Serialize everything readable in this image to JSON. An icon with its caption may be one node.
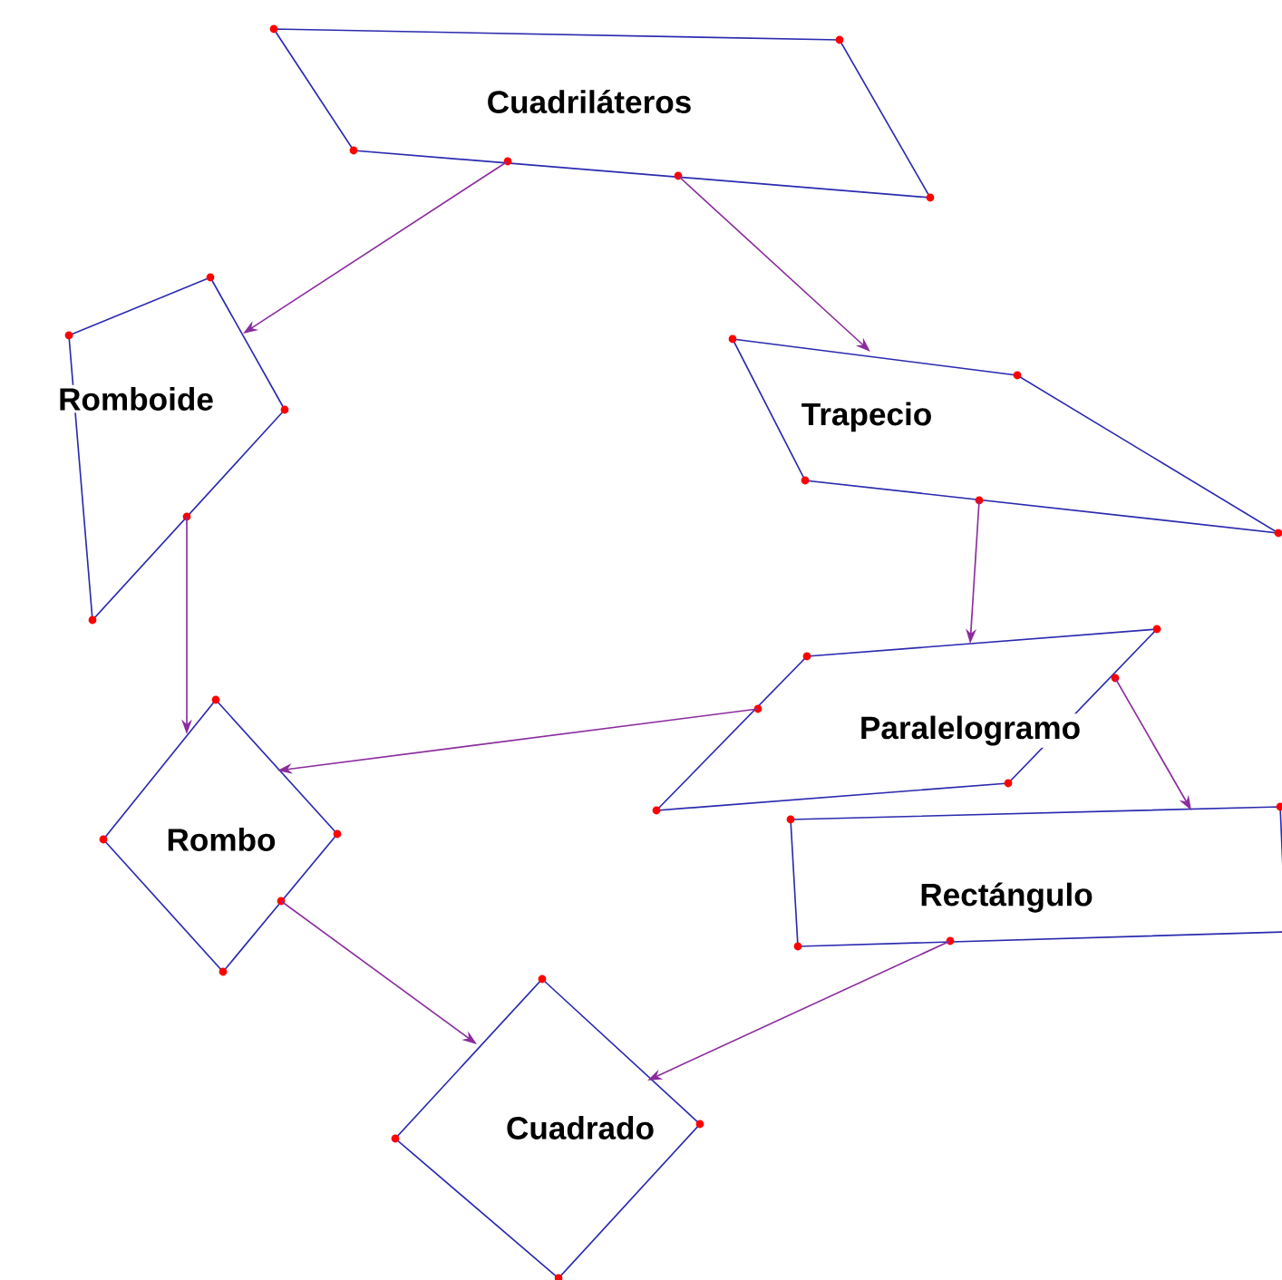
{
  "diagram": {
    "nodes": [
      {
        "text": [
          "Cuadriláteros"
        ]
      },
      {
        "text": [
          "Romboide"
        ]
      },
      {
        "text": [
          "Trapecio"
        ]
      },
      {
        "text": [
          "Paralelogramo"
        ]
      },
      {
        "text": [
          "Rombo"
        ]
      },
      {
        "text": [
          "Rectángulo"
        ]
      },
      {
        "text": [
          "Cuadrado"
        ]
      }
    ],
    "edges": [
      {
        "from": 0,
        "to": 1,
        "arrow": "to"
      },
      {
        "from": 0,
        "to": 2,
        "arrow": "to"
      },
      {
        "from": 2,
        "to": 3,
        "arrow": "to"
      },
      {
        "from": 1,
        "to": 4,
        "arrow": "to"
      },
      {
        "from": 3,
        "to": 4,
        "arrow": "to"
      },
      {
        "from": 3,
        "to": 5,
        "arrow": "to"
      },
      {
        "from": 4,
        "to": 6,
        "arrow": "to"
      },
      {
        "from": 5,
        "to": 6,
        "arrow": "to"
      }
    ]
  }
}
